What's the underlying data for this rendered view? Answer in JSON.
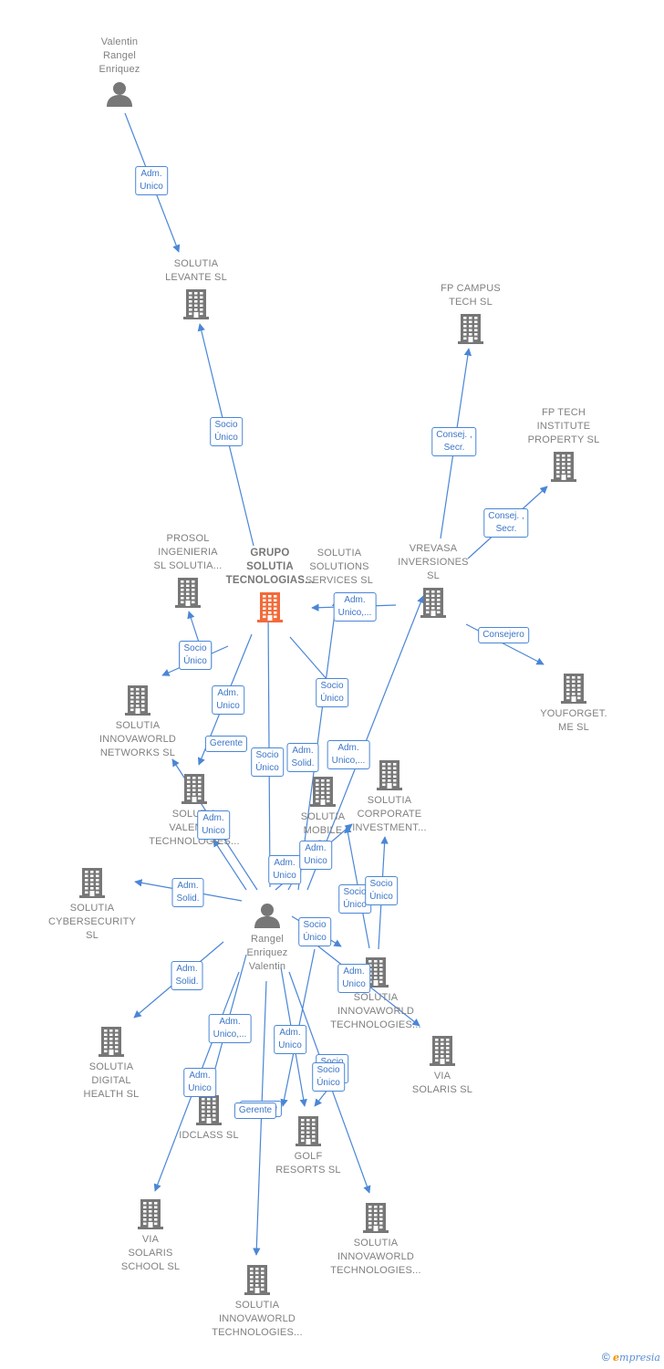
{
  "colors": {
    "edge": "#4a86d6",
    "node_icon": "#777777",
    "main_icon": "#f26b3a",
    "label_text": "#808080"
  },
  "nodes": [
    {
      "id": "valentin",
      "type": "person",
      "label": "Valentin\nRangel\nEnriquez"
    },
    {
      "id": "levante",
      "type": "company",
      "label": "SOLUTIA\nLEVANTE  SL"
    },
    {
      "id": "fpcampus",
      "type": "company",
      "label": "FP CAMPUS\nTECH  SL"
    },
    {
      "id": "fptech",
      "type": "company",
      "label": "FP TECH\nINSTITUTE\nPROPERTY  SL"
    },
    {
      "id": "prosol",
      "type": "company",
      "label": "PROSOL\nINGENIERIA\nSL SOLUTIA..."
    },
    {
      "id": "grupo",
      "type": "main",
      "label": "GRUPO\nSOLUTIA\nTECNOLOGIAS..."
    },
    {
      "id": "services",
      "type": "company",
      "label": "SOLUTIA\nSOLUTIONS\nSERVICES  SL"
    },
    {
      "id": "vrevasa",
      "type": "company",
      "label": "VREVASA\nINVERSIONES\nSL"
    },
    {
      "id": "youforget",
      "type": "company",
      "label": "YOUFORGET.\nME  SL"
    },
    {
      "id": "networks",
      "type": "company",
      "label": "SOLUTIA\nINNOVAWORLD\nNETWORKS  SL"
    },
    {
      "id": "valencia",
      "type": "company",
      "label": "SOLUTIA\nVALENCIA\nTECHNOLOGIES..."
    },
    {
      "id": "mobile",
      "type": "company",
      "label": "SOLUTIA\nMOBILE\nSL"
    },
    {
      "id": "corporate",
      "type": "company",
      "label": "SOLUTIA\nCORPORATE\nINVESTMENT..."
    },
    {
      "id": "cyber",
      "type": "company",
      "label": "SOLUTIA\nCYBERSECURITY\nSL"
    },
    {
      "id": "rangel",
      "type": "person",
      "label": "Rangel\nEnriquez\nValentin"
    },
    {
      "id": "innova1",
      "type": "company",
      "label": "SOLUTIA\nINNOVAWORLD\nTECHNOLOGIES..."
    },
    {
      "id": "viasolaris",
      "type": "company",
      "label": "VIA\nSOLARIS  SL"
    },
    {
      "id": "digital",
      "type": "company",
      "label": "SOLUTIA\nDIGITAL\nHEALTH  SL"
    },
    {
      "id": "idclass",
      "type": "company",
      "label": "IDCLASS  SL"
    },
    {
      "id": "golf",
      "type": "company",
      "label": "GOLF\nRESORTS  SL"
    },
    {
      "id": "school",
      "type": "company",
      "label": "VIA\nSOLARIS\nSCHOOL  SL"
    },
    {
      "id": "innova2",
      "type": "company",
      "label": "SOLUTIA\nINNOVAWORLD\nTECHNOLOGIES..."
    },
    {
      "id": "innova3",
      "type": "company",
      "label": "SOLUTIA\nINNOVAWORLD\nTECHNOLOGIES..."
    }
  ],
  "edges": [
    {
      "from": "valentin",
      "to": "levante",
      "label": "Adm.\nUnico"
    },
    {
      "from": "grupo",
      "to": "levante",
      "label": "Socio\nÚnico"
    },
    {
      "from": "vrevasa",
      "to": "fpcampus",
      "label": "Consej. ,\nSecr."
    },
    {
      "from": "vrevasa",
      "to": "fptech",
      "label": "Consej. ,\nSecr."
    },
    {
      "from": "vrevasa",
      "to": "services",
      "label": "Adm.\nUnico,..."
    },
    {
      "from": "vrevasa",
      "to": "youforget",
      "label": "Consejero"
    },
    {
      "from": "grupo",
      "to": "prosol",
      "label": "Socio\nÚnico"
    },
    {
      "from": "grupo",
      "to": "networks",
      "label": "Socio\nÚnico"
    },
    {
      "from": "grupo",
      "to": "valencia",
      "label": "Gerente"
    },
    {
      "from": "grupo",
      "to": "mobile",
      "label": "Socio\nÚnico"
    },
    {
      "from": "rangel",
      "to": "grupo",
      "label": "Socio\nÚnico"
    },
    {
      "from": "rangel",
      "to": "services",
      "label": "Adm.\nSolid."
    },
    {
      "from": "rangel",
      "to": "vrevasa",
      "label": "Adm.\nUnico,..."
    },
    {
      "from": "rangel",
      "to": "networks",
      "label": "Adm.\nUnico"
    },
    {
      "from": "rangel",
      "to": "valencia",
      "label": "Adm.\nUnico"
    },
    {
      "from": "rangel",
      "to": "mobile",
      "label": "Adm.\nUnico"
    },
    {
      "from": "rangel",
      "to": "corporate",
      "label": "Adm.\nUnico"
    },
    {
      "from": "rangel",
      "to": "cyber",
      "label": "Adm.\nSolid."
    },
    {
      "from": "rangel",
      "to": "innova1",
      "label": "Socio\nÚnico"
    },
    {
      "from": "rangel",
      "to": "viasolaris",
      "label": "Adm.\nUnico"
    },
    {
      "from": "rangel",
      "to": "digital",
      "label": "Adm.\nSolid."
    },
    {
      "from": "rangel",
      "to": "idclass",
      "label": "Adm.\nUnico,..."
    },
    {
      "from": "rangel",
      "to": "golf",
      "label": "Adm.\nUnico"
    },
    {
      "from": "rangel",
      "to": "school",
      "label": "Adm.\nUnico"
    },
    {
      "from": "rangel",
      "to": "innova2",
      "label": "Gerente"
    },
    {
      "from": "rangel",
      "to": "innova3",
      "label": "Socio\nÚnico"
    },
    {
      "from": "grupo",
      "to": "corporate",
      "label": "Socio\nÚnico"
    },
    {
      "from": "grupo",
      "to": "innova1",
      "label": "Socio\nÚnico"
    },
    {
      "from": "grupo",
      "to": "golf",
      "label": "Socio\nÚnico"
    },
    {
      "from": "grupo",
      "to": "innova2",
      "label": "Gerente"
    }
  ],
  "copyright": {
    "symbol": "©",
    "brand_initial": "e",
    "brand_rest": "mpresia"
  }
}
